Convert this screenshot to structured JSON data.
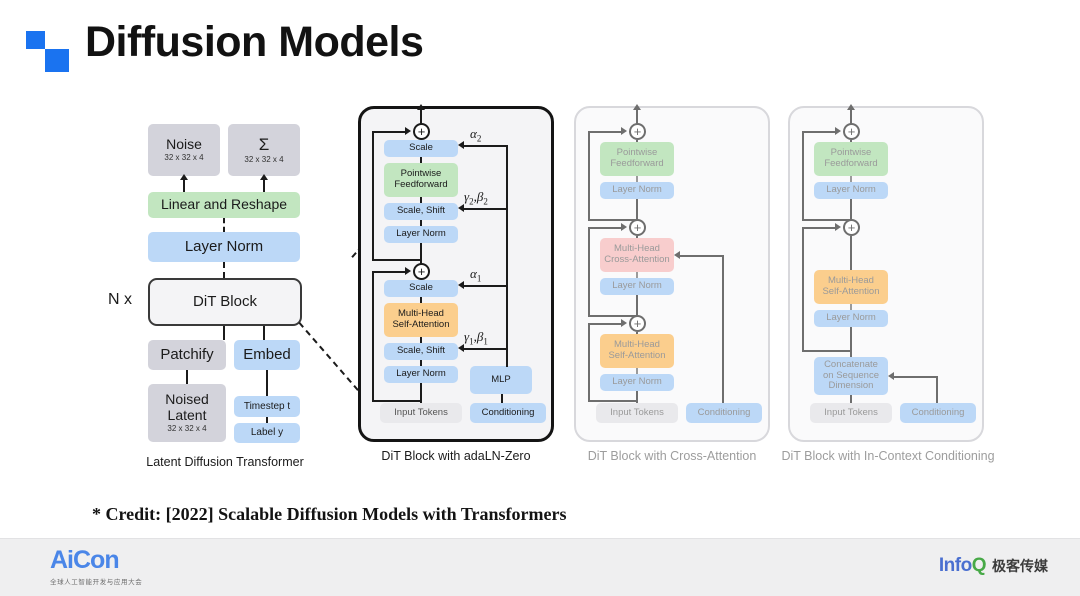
{
  "title": {
    "text": "Diffusion Models",
    "logo_icon": "two-squares-icon",
    "accent_color": "#1a73f0"
  },
  "credit": {
    "text": "* Credit: [2022] Scalable Diffusion Models with Transformers"
  },
  "footer": {
    "aicon_logo": "AiCon",
    "aicon_sub": "全球人工智能开发与应用大会",
    "infoq_logo": "InfoQ",
    "infoq_cn": "极客传媒"
  },
  "panels": [
    {
      "id": "latent-diffusion-transformer",
      "caption": "Latent Diffusion Transformer",
      "muted": false,
      "nx_label": "N x",
      "nodes": [
        {
          "name": "noise-box",
          "label": "Noise",
          "sub": "32 x 32 x 4",
          "color": "grey"
        },
        {
          "name": "sigma-box",
          "label": "Σ",
          "sub": "32 x 32 x 4",
          "color": "grey"
        },
        {
          "name": "linear-and-reshape",
          "label": "Linear and Reshape",
          "sub": "",
          "color": "green"
        },
        {
          "name": "layer-norm",
          "label": "Layer Norm",
          "sub": "",
          "color": "blue"
        },
        {
          "name": "dit-block",
          "label": "DiT Block",
          "sub": "",
          "color": "white"
        },
        {
          "name": "patchify",
          "label": "Patchify",
          "sub": "",
          "color": "grey"
        },
        {
          "name": "embed",
          "label": "Embed",
          "sub": "",
          "color": "blue"
        },
        {
          "name": "noised-latent",
          "label": "Noised\nLatent",
          "sub": "32 x 32 x 4",
          "color": "grey"
        },
        {
          "name": "timestep",
          "label": "Timestep t",
          "sub": "",
          "color": "blue"
        },
        {
          "name": "label-y",
          "label": "Label y",
          "sub": "",
          "color": "blue"
        }
      ]
    },
    {
      "id": "dit-block-adaln-zero",
      "caption": "DiT Block with adaLN-Zero",
      "muted": false,
      "nodes": [
        {
          "name": "scale-2",
          "label": "Scale",
          "color": "blue"
        },
        {
          "name": "pointwise-feedforward",
          "label": "Pointwise\nFeedforward",
          "color": "green"
        },
        {
          "name": "scale-shift-2",
          "label": "Scale, Shift",
          "color": "blue"
        },
        {
          "name": "layer-norm-2",
          "label": "Layer Norm",
          "color": "blue"
        },
        {
          "name": "scale-1",
          "label": "Scale",
          "color": "blue"
        },
        {
          "name": "multi-head-self-attention",
          "label": "Multi-Head\nSelf-Attention",
          "color": "orange"
        },
        {
          "name": "scale-shift-1",
          "label": "Scale, Shift",
          "color": "blue"
        },
        {
          "name": "layer-norm-1",
          "label": "Layer Norm",
          "color": "blue"
        },
        {
          "name": "mlp",
          "label": "MLP",
          "color": "blue"
        },
        {
          "name": "input-tokens",
          "label": "Input Tokens",
          "color": "grey2"
        },
        {
          "name": "conditioning",
          "label": "Conditioning",
          "color": "blue"
        }
      ],
      "annotations": {
        "alpha2": "α",
        "alpha2_sub": "2",
        "gamma2beta2": "γ",
        "gamma2_sub": "2",
        "beta2": "β",
        "beta2_sub": "2",
        "alpha1": "α",
        "alpha1_sub": "1",
        "gamma1beta1": "γ",
        "gamma1_sub": "1",
        "beta1": "β",
        "beta1_sub": "1"
      }
    },
    {
      "id": "dit-block-cross-attention",
      "caption": "DiT Block with Cross-Attention",
      "muted": true,
      "nodes": [
        {
          "name": "pointwise-feedforward",
          "label": "Pointwise\nFeedforward",
          "color": "green"
        },
        {
          "name": "layer-norm-3",
          "label": "Layer Norm",
          "color": "blue"
        },
        {
          "name": "multi-head-cross-attention",
          "label": "Multi-Head\nCross-Attention",
          "color": "red"
        },
        {
          "name": "layer-norm-2",
          "label": "Layer Norm",
          "color": "blue"
        },
        {
          "name": "multi-head-self-attention",
          "label": "Multi-Head\nSelf-Attention",
          "color": "orange"
        },
        {
          "name": "layer-norm-1",
          "label": "Layer Norm",
          "color": "blue"
        },
        {
          "name": "input-tokens",
          "label": "Input Tokens",
          "color": "grey2"
        },
        {
          "name": "conditioning",
          "label": "Conditioning",
          "color": "blue"
        }
      ]
    },
    {
      "id": "dit-block-in-context-conditioning",
      "caption": "DiT Block with In-Context Conditioning",
      "muted": true,
      "nodes": [
        {
          "name": "pointwise-feedforward",
          "label": "Pointwise\nFeedforward",
          "color": "green"
        },
        {
          "name": "layer-norm-2",
          "label": "Layer Norm",
          "color": "blue"
        },
        {
          "name": "multi-head-self-attention",
          "label": "Multi-Head\nSelf-Attention",
          "color": "orange"
        },
        {
          "name": "layer-norm-1",
          "label": "Layer Norm",
          "color": "blue"
        },
        {
          "name": "concatenate",
          "label": "Concatenate\non Sequence\nDimension",
          "color": "blue"
        },
        {
          "name": "input-tokens",
          "label": "Input Tokens",
          "color": "grey2"
        },
        {
          "name": "conditioning",
          "label": "Conditioning",
          "color": "blue"
        }
      ]
    }
  ]
}
